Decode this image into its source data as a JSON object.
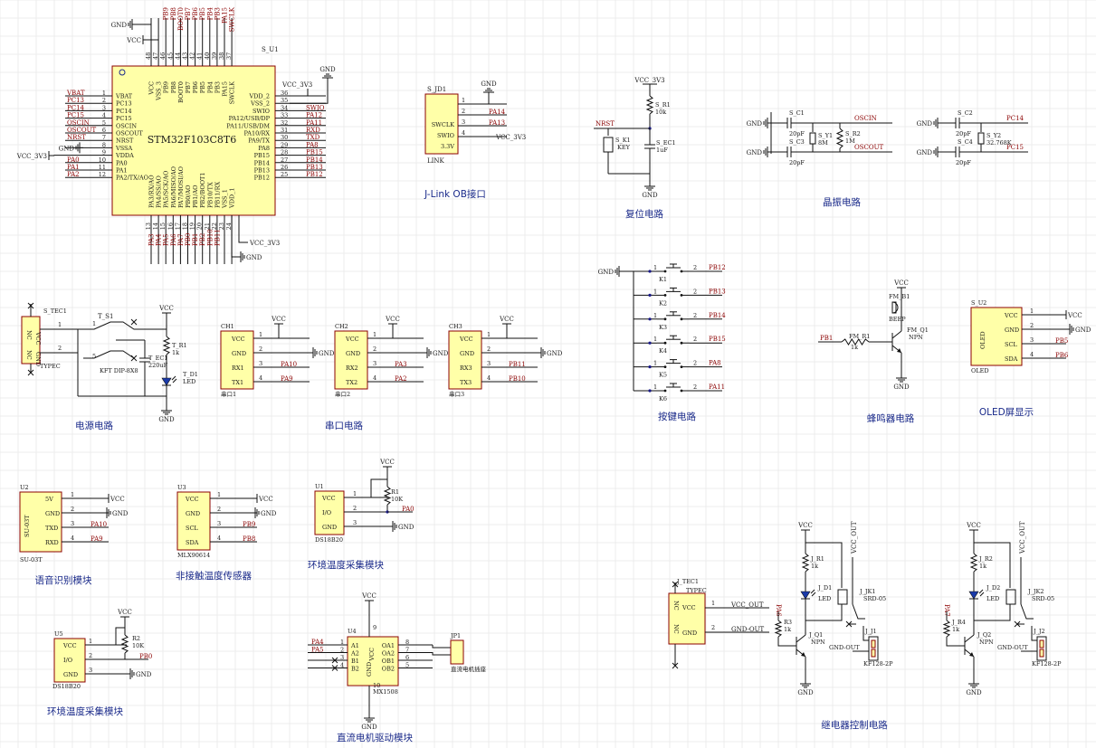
{
  "mcu": {
    "ref": "S_U1",
    "part": "STM32F103C8T6",
    "left_pins": [
      {
        "num": "1",
        "name": "VBAT",
        "net": "VBAT"
      },
      {
        "num": "2",
        "name": "PC13",
        "net": "PC13"
      },
      {
        "num": "3",
        "name": "PC14",
        "net": "PC14"
      },
      {
        "num": "4",
        "name": "PC15",
        "net": "PC15"
      },
      {
        "num": "5",
        "name": "OSCIN",
        "net": "OSCIN"
      },
      {
        "num": "6",
        "name": "OSCOUT",
        "net": "OSCOUT"
      },
      {
        "num": "7",
        "name": "NRST",
        "net": "NRST"
      },
      {
        "num": "8",
        "name": "VSSA",
        "net": "GND"
      },
      {
        "num": "9",
        "name": "VDDA",
        "net": "VCC_3V3"
      },
      {
        "num": "10",
        "name": "PA0",
        "net": "PA0"
      },
      {
        "num": "11",
        "name": "PA1",
        "net": "PA1"
      },
      {
        "num": "12",
        "name": "PA2/TX/AO",
        "net": "PA2"
      }
    ],
    "right_pins": [
      {
        "num": "36",
        "name": "VDD_2",
        "net": "VCC_3V3"
      },
      {
        "num": "35",
        "name": "VSS_2",
        "net": "GND"
      },
      {
        "num": "34",
        "name": "SWIO",
        "net": "SWIO"
      },
      {
        "num": "33",
        "name": "PA12/USB/DP",
        "net": "PA12"
      },
      {
        "num": "32",
        "name": "PA11/USB/DM",
        "net": "PA11"
      },
      {
        "num": "31",
        "name": "PA10/RX",
        "net": "RXD"
      },
      {
        "num": "30",
        "name": "PA9/TX",
        "net": "TXD"
      },
      {
        "num": "29",
        "name": "PA8",
        "net": "PA8"
      },
      {
        "num": "28",
        "name": "PB15",
        "net": "PB15"
      },
      {
        "num": "27",
        "name": "PB14",
        "net": "PB14"
      },
      {
        "num": "26",
        "name": "PB13",
        "net": "PB13"
      },
      {
        "num": "25",
        "name": "PB12",
        "net": "PB12"
      }
    ],
    "top_pins": [
      {
        "num": "48",
        "name": "VCC"
      },
      {
        "num": "47",
        "name": "VSS_3"
      },
      {
        "num": "46",
        "name": "PB9"
      },
      {
        "num": "45",
        "name": "PB8"
      },
      {
        "num": "44",
        "name": "BOOT0"
      },
      {
        "num": "43",
        "name": "PB7"
      },
      {
        "num": "42",
        "name": "PB6"
      },
      {
        "num": "41",
        "name": "PB5"
      },
      {
        "num": "40",
        "name": "PB4"
      },
      {
        "num": "39",
        "name": "PB3"
      },
      {
        "num": "38",
        "name": "PA15"
      },
      {
        "num": "37",
        "name": "SWCLK"
      }
    ],
    "top_nets": [
      "GND",
      "VCC",
      "PB9",
      "PB8",
      "BOOT0",
      "PB7",
      "PB6",
      "PB5",
      "PB4",
      "PB3",
      "PA15",
      "SWCLK"
    ],
    "bottom_pins": [
      {
        "num": "13",
        "name": "PA3/RX/AO"
      },
      {
        "num": "14",
        "name": "PA4/SS/AO"
      },
      {
        "num": "15",
        "name": "PA5/SCK/AO"
      },
      {
        "num": "16",
        "name": "PA6/MISO/AO"
      },
      {
        "num": "17",
        "name": "PA7/MOSI/AO"
      },
      {
        "num": "18",
        "name": "PB0/AO"
      },
      {
        "num": "19",
        "name": "PB1/AO"
      },
      {
        "num": "20",
        "name": "PB2/BOOT1"
      },
      {
        "num": "21",
        "name": "PB10/TX"
      },
      {
        "num": "22",
        "name": "PB11/RX"
      },
      {
        "num": "23",
        "name": "VSS_1"
      },
      {
        "num": "24",
        "name": "VDD_1"
      }
    ],
    "bottom_nets": [
      "PA3",
      "PA4",
      "PA5",
      "PA6",
      "PA7",
      "PB0",
      "PB1",
      "PB2",
      "PB10",
      "PB11"
    ],
    "extra": {
      "vcc3v3_right": "VCC_3V3",
      "gnd_right": "GND",
      "vcc3v3_bottom": "VCC_3V3",
      "gnd_bottom": "GND",
      "vcc3v3_left": "VCC_3V3",
      "gnd_left": "GND"
    }
  },
  "jlink": {
    "ref": "S_JD1",
    "name": "LINK",
    "title": "J-Link OB接口",
    "pins": [
      {
        "num": "1",
        "name": "",
        "net": "GND"
      },
      {
        "num": "2",
        "name": "SWCLK",
        "net": "PA14"
      },
      {
        "num": "3",
        "name": "SWIO",
        "net": "PA13"
      },
      {
        "num": "4",
        "name": "3.3V",
        "net": "VCC_3V3"
      }
    ]
  },
  "reset": {
    "title": "复位电路",
    "vcc": "VCC_3V3",
    "r_ref": "S_R1",
    "r_val": "10k",
    "nrst": "NRST",
    "key_ref": "S_K1",
    "key_val": "KEY",
    "c_ref": "S_EC1",
    "c_val": "1uF",
    "gnd": "GND"
  },
  "crystal": {
    "title": "晶振电路",
    "c1_ref": "S_C1",
    "c1_val": "20pF",
    "c3_ref": "S_C3",
    "c3_val": "20pF",
    "y1_ref": "S_Y1",
    "y1_val": "8M",
    "r2_ref": "S_R2",
    "r2_val": "1M",
    "oscin": "OSCIN",
    "oscout": "OSCOUT",
    "c2_ref": "S_C2",
    "c2_val": "20pF",
    "c4_ref": "S_C4",
    "c4_val": "20pF",
    "y2_ref": "S_Y2",
    "y2_val": "32.768K",
    "pc14": "PC14",
    "pc15": "PC15",
    "gnd": "GND"
  },
  "power": {
    "title": "电源电路",
    "conn_ref": "S_TEC1",
    "conn_name": "TYPEC",
    "pin_vcc": "VCC",
    "pin_gnd": "GND",
    "pin_nc": "NC",
    "sw_ref": "T_S1",
    "sw_val": "KFT DIP-8X8",
    "r_ref": "T_R1",
    "r_val": "1k",
    "c_ref": "T_EC1",
    "c_val": "220uF",
    "led_ref": "T_D1",
    "led_val": "LED",
    "vcc": "VCC",
    "gnd": "GND"
  },
  "uart": {
    "title": "串口电路",
    "modules": [
      {
        "ref": "CH1",
        "name": "串口1",
        "pins": [
          "VCC",
          "GND",
          "RX1",
          "TX1"
        ],
        "nets": [
          "VCC",
          "GND",
          "PA10",
          "PA9"
        ]
      },
      {
        "ref": "CH2",
        "name": "串口2",
        "pins": [
          "VCC",
          "GND",
          "RX2",
          "TX2"
        ],
        "nets": [
          "VCC",
          "GND",
          "PA3",
          "PA2"
        ]
      },
      {
        "ref": "CH3",
        "name": "串口3",
        "pins": [
          "VCC",
          "GND",
          "RX3",
          "TX3"
        ],
        "nets": [
          "VCC",
          "GND",
          "PB11",
          "PB10"
        ]
      }
    ]
  },
  "keys": {
    "title": "按键电路",
    "gnd": "GND",
    "items": [
      {
        "ref": "K1",
        "net": "PB12"
      },
      {
        "ref": "K2",
        "net": "PB13"
      },
      {
        "ref": "K3",
        "net": "PB14"
      },
      {
        "ref": "K4",
        "net": "PB15"
      },
      {
        "ref": "K5",
        "net": "PA8"
      },
      {
        "ref": "K6",
        "net": "PA11"
      }
    ]
  },
  "buzzer": {
    "title": "蜂鸣器电路",
    "vcc": "VCC",
    "bz_ref": "FM_B1",
    "bz_val": "BEEP",
    "net_in": "PB1",
    "r_ref": "FM_R1",
    "r_val": "1k",
    "q_ref": "FM_Q1",
    "q_val": "NPN",
    "gnd": "GND"
  },
  "oled": {
    "title": "OLED屏显示",
    "ref": "S_U2",
    "name": "OLED",
    "body": "OLED",
    "pins": [
      "VCC",
      "GND",
      "SCL",
      "SDA"
    ],
    "nets": [
      "VCC",
      "GND",
      "PB5",
      "PB6"
    ]
  },
  "voice": {
    "title": "语音识别模块",
    "ref": "U2",
    "name": "SU-03T",
    "body": "SU-03T",
    "pins": [
      "5V",
      "GND",
      "TXD",
      "RXD"
    ],
    "nets": [
      "VCC",
      "GND",
      "PA10",
      "PA9"
    ]
  },
  "ir": {
    "title": "非接触温度传感器",
    "ref": "U3",
    "name": "MLX90614",
    "pins": [
      "VCC",
      "GND",
      "SCL",
      "SDA"
    ],
    "nets": [
      "VCC",
      "GND",
      "PB9",
      "PB8"
    ]
  },
  "temp1": {
    "title": "环境温度采集模块",
    "ref": "U1",
    "name": "DS18B20",
    "pins": [
      "VCC",
      "I/O",
      "GND"
    ],
    "r_ref": "R1",
    "r_val": "10K",
    "vcc": "VCC",
    "net": "PA0",
    "gnd": "GND"
  },
  "temp2": {
    "title": "环境温度采集模块",
    "ref": "U5",
    "name": "DS18B20",
    "pins": [
      "VCC",
      "I/O",
      "GND"
    ],
    "r_ref": "R2",
    "r_val": "10K",
    "vcc": "VCC",
    "net": "PB0",
    "gnd": "GND"
  },
  "motor": {
    "title": "直流电机驱动模块",
    "ref": "U4",
    "name": "MX1508",
    "vcc": "VCC",
    "gnd": "GND",
    "left_pins": [
      "A1",
      "A2",
      "B1",
      "B2"
    ],
    "left_nets": [
      "PA4",
      "PA5",
      "",
      ""
    ],
    "right_pins": [
      "OA1",
      "OA2",
      "OB1",
      "OB2"
    ],
    "right_nums": [
      "8",
      "7",
      "6",
      "5"
    ],
    "left_nums": [
      "1",
      "2",
      "3",
      "4"
    ],
    "jp_ref": "JP1",
    "jp_label": "直流电机插座",
    "pin_vcc": "VCC",
    "pin_gnd": "GND"
  },
  "relay": {
    "title": "继电器控制电路",
    "conn_ref": "J_TEC1",
    "conn_name": "TYPEC",
    "pin_vcc": "VCC",
    "pin_gnd": "GND",
    "pin_nc": "NC",
    "net_vcc_out": "VCC_OUT",
    "net_gnd_out": "GND-OUT",
    "channels": [
      {
        "vcc": "VCC",
        "r1_ref": "J_R1",
        "r1_val": "1k",
        "d_ref": "J_D1",
        "d_val": "LED",
        "in": "PA6",
        "r3_ref": "R3",
        "r3_val": "1k",
        "q_ref": "J_Q1",
        "q_val": "NPN",
        "k_ref": "J_JK1",
        "k_val": "SRD-05",
        "out": "VCC_OUT",
        "j_ref": "J_J1",
        "j_val": "KF128-2P",
        "gnd_out": "GND-OUT",
        "gnd": "GND"
      },
      {
        "vcc": "VCC",
        "r1_ref": "J_R2",
        "r1_val": "1k",
        "d_ref": "J_D2",
        "d_val": "LED",
        "in": "PA7",
        "r3_ref": "J_R4",
        "r3_val": "1k",
        "q_ref": "J_Q2",
        "q_val": "NPN",
        "k_ref": "J_JK2",
        "k_val": "SRD-05",
        "out": "VCC_OUT",
        "j_ref": "J_J2",
        "j_val": "KF128-2P",
        "gnd_out": "GND-OUT",
        "gnd": "GND"
      }
    ]
  }
}
